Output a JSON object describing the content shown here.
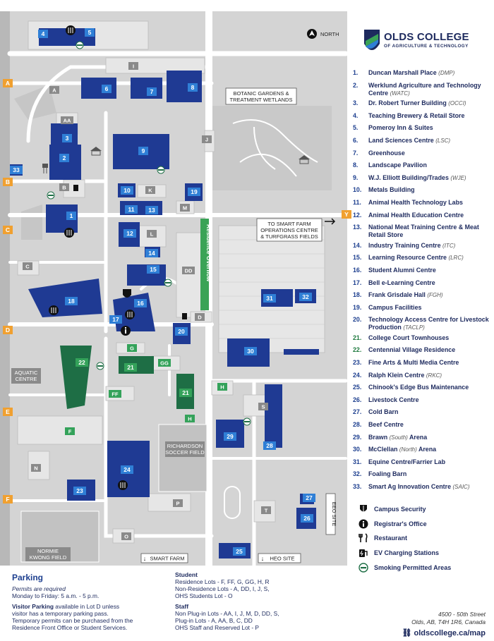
{
  "brand": {
    "name": "OLDS COLLEGE",
    "tagline": "OF AGRICULTURE & TECHNOLOGY",
    "navy": "#1d2a5e",
    "blue": "#1a3a8f",
    "green": "#1f7a4a"
  },
  "north_label": "NORTH",
  "grid_rows": [
    "A",
    "B",
    "C",
    "D",
    "E",
    "F"
  ],
  "map_labels": {
    "botanic": [
      "BOTANIC GARDENS &",
      "TREATMENT WETLANDS"
    ],
    "smart_farm_ops": [
      "TO SMART FARM",
      "OPERATIONS CENTRE",
      "& TURFGRASS FIELDS"
    ],
    "aquatic": [
      "AQUATIC",
      "CENTRE"
    ],
    "richardson": [
      "RICHARDSON",
      "SOCCER FIELD"
    ],
    "normie": [
      "NORMIE",
      "KWONG FIELD"
    ],
    "smart_farm": "SMART FARM",
    "heo_site": "HEO SITE",
    "eeo_site": "EEO SITE",
    "residence_overflow": "Residence Overflow",
    "gate_y": "Y"
  },
  "lot_letters": [
    "I",
    "A",
    "J",
    "AA",
    "B",
    "K",
    "M",
    "L",
    "C",
    "DD",
    "D",
    "G",
    "GG",
    "FF",
    "H",
    "S",
    "F",
    "N",
    "P",
    "O",
    "T",
    "H"
  ],
  "buildings": [
    {
      "num": "1.",
      "name": "Duncan Marshall Place",
      "abbr": "(DMP)"
    },
    {
      "num": "2.",
      "name": "Werklund Agriculture and Technology Centre",
      "abbr": "(WATC)"
    },
    {
      "num": "3.",
      "name": "Dr. Robert Turner Building",
      "abbr": "(OCCI)"
    },
    {
      "num": "4.",
      "name": "Teaching Brewery & Retail Store",
      "abbr": ""
    },
    {
      "num": "5.",
      "name": "Pomeroy Inn & Suites",
      "abbr": ""
    },
    {
      "num": "6.",
      "name": "Land Sciences Centre",
      "abbr": "(LSC)"
    },
    {
      "num": "7.",
      "name": "Greenhouse",
      "abbr": ""
    },
    {
      "num": "8.",
      "name": "Landscape Pavilion",
      "abbr": ""
    },
    {
      "num": "9.",
      "name": "W.J. Elliott Building/Trades",
      "abbr": "(WJE)"
    },
    {
      "num": "10.",
      "name": "Metals Building",
      "abbr": ""
    },
    {
      "num": "11.",
      "name": "Animal Health Technology Labs",
      "abbr": ""
    },
    {
      "num": "12.",
      "name": "Animal Health Education Centre",
      "abbr": ""
    },
    {
      "num": "13.",
      "name": "National Meat Training Centre & Meat Retail Store",
      "abbr": ""
    },
    {
      "num": "14.",
      "name": "Industry Training Centre",
      "abbr": "(ITC)"
    },
    {
      "num": "15.",
      "name": "Learning Resource Centre",
      "abbr": "(LRC)"
    },
    {
      "num": "16.",
      "name": "Student Alumni Centre",
      "abbr": ""
    },
    {
      "num": "17.",
      "name": "Bell e-Learning Centre",
      "abbr": ""
    },
    {
      "num": "18.",
      "name": "Frank Grisdale Hall",
      "abbr": "(FGH)"
    },
    {
      "num": "19.",
      "name": "Campus Facilities",
      "abbr": ""
    },
    {
      "num": "20.",
      "name": "Technology Access Centre for Livestock Production",
      "abbr": "(TACLP)"
    },
    {
      "num": "21.",
      "name": "College Court Townhouses",
      "abbr": "",
      "residence": true
    },
    {
      "num": "22.",
      "name": "Centennial Village Residence",
      "abbr": "",
      "residence": true
    },
    {
      "num": "23.",
      "name": "Fine Arts & Multi Media Centre",
      "abbr": ""
    },
    {
      "num": "24.",
      "name": "Ralph Klein Centre",
      "abbr": "(RKC)"
    },
    {
      "num": "25.",
      "name": "Chinook's Edge Bus Maintenance",
      "abbr": ""
    },
    {
      "num": "26.",
      "name": "Livestock Centre",
      "abbr": ""
    },
    {
      "num": "27.",
      "name": "Cold Barn",
      "abbr": ""
    },
    {
      "num": "28.",
      "name": "Beef Centre",
      "abbr": ""
    },
    {
      "num": "29.",
      "name": "Brawn",
      "abbr": "(South)",
      "suffix": "Arena"
    },
    {
      "num": "30.",
      "name": "McClellan",
      "abbr": "(North)",
      "suffix": "Arena"
    },
    {
      "num": "31.",
      "name": "Equine Centre/Farrier Lab",
      "abbr": ""
    },
    {
      "num": "32.",
      "name": "Foaling Barn",
      "abbr": ""
    },
    {
      "num": "33.",
      "name": "Smart Ag Innovation Centre",
      "abbr": "(SAIC)"
    }
  ],
  "symbols": [
    {
      "icon": "shield-icon",
      "label": "Campus Security"
    },
    {
      "icon": "info-icon",
      "label": "Registrar's Office"
    },
    {
      "icon": "restaurant-icon",
      "label": "Restaurant"
    },
    {
      "icon": "ev-charging-icon",
      "label": "EV Charging Stations"
    },
    {
      "icon": "smoking-icon",
      "label": "Smoking Permitted Areas"
    }
  ],
  "parking": {
    "title": "Parking",
    "required": "Permits are required",
    "hours": "Monday to Friday: 5 a.m. - 5 p.m.",
    "visitor_bold": "Visitor Parking",
    "visitor_rest": " available in Lot D unless",
    "visitor_lines": [
      "visitor has a temporary parking pass.",
      "Temporary permits can be purchased from the",
      "Residence Front Office or Student Services."
    ]
  },
  "permits": {
    "student_heading": "Student",
    "student_lines": [
      "Residence Lots - F, FF, G, GG, H, R",
      "Non-Residence Lots - A, DD, I, J, S,",
      "OHS Students Lot - O"
    ],
    "staff_heading": "Staff",
    "staff_lines": [
      "Non Plug-in Lots - AA, I, J, M, D, DD, S,",
      "Plug-in Lots - A, AA, B, C, DD",
      "OHS Staff and Reserved Lot - P"
    ]
  },
  "address": {
    "line1": "4500 - 50th Street",
    "line2": "Olds, AB, T4H 1R6, Canada",
    "website": "oldscollege.ca/map"
  }
}
